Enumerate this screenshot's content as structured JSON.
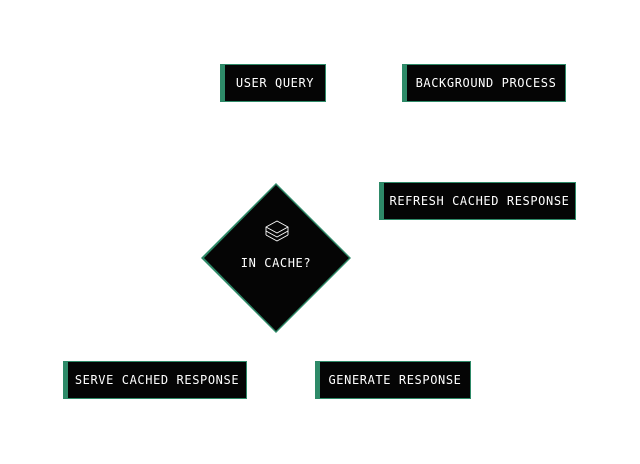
{
  "diagram": {
    "type": "flowchart",
    "accent_color": "#2e8a68",
    "node_fill": "#050505",
    "text_color": "#ffffff",
    "nodes": {
      "user_query": "USER QUERY",
      "background_process": "BACKGROUND PROCESS",
      "refresh_cached_response": "REFRESH CACHED RESPONSE",
      "decision": "IN CACHE?",
      "serve_cached_response": "SERVE CACHED RESPONSE",
      "generate_response": "GENERATE RESPONSE"
    },
    "decision_icon": "layers-icon"
  }
}
